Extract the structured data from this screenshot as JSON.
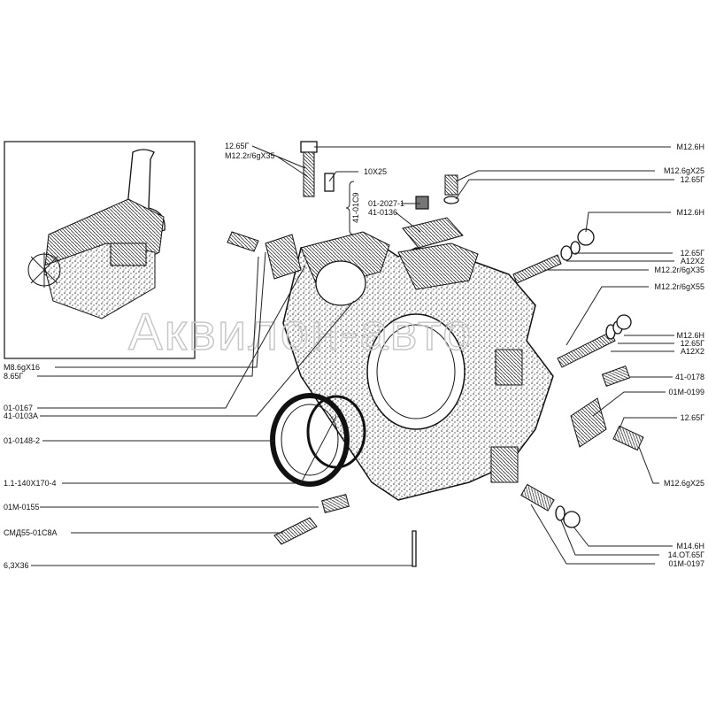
{
  "watermark": "Аквилон-авто",
  "labels_left": [
    "M8.6gX16",
    "8.65Г",
    "01-0167",
    "41-0103A",
    "01-0148-2",
    "1.1-140X170-4",
    "01M-0155",
    "СМД55-01С8А",
    "6,3X36"
  ],
  "labels_top": {
    "washer": "12.65Г",
    "bolt": "M12.2r/6gX35",
    "pin": "10X25",
    "group": "41-01C9",
    "plug": "01-2027-1",
    "cover": "41-0136"
  },
  "labels_right": [
    "M12.6H",
    "M12.6gX25",
    "12.65Г",
    "M12.6H",
    "12.65Г",
    "A12X2",
    "M12.2r/6gX35",
    "M12.2r/6gX55",
    "M12.6H",
    "12.65Г",
    "A12X2",
    "41-0178",
    "01M-0199",
    "12.65Г",
    "M12.6gX25",
    "M14.6H",
    "14.OT.65Г",
    "01M-0197"
  ]
}
